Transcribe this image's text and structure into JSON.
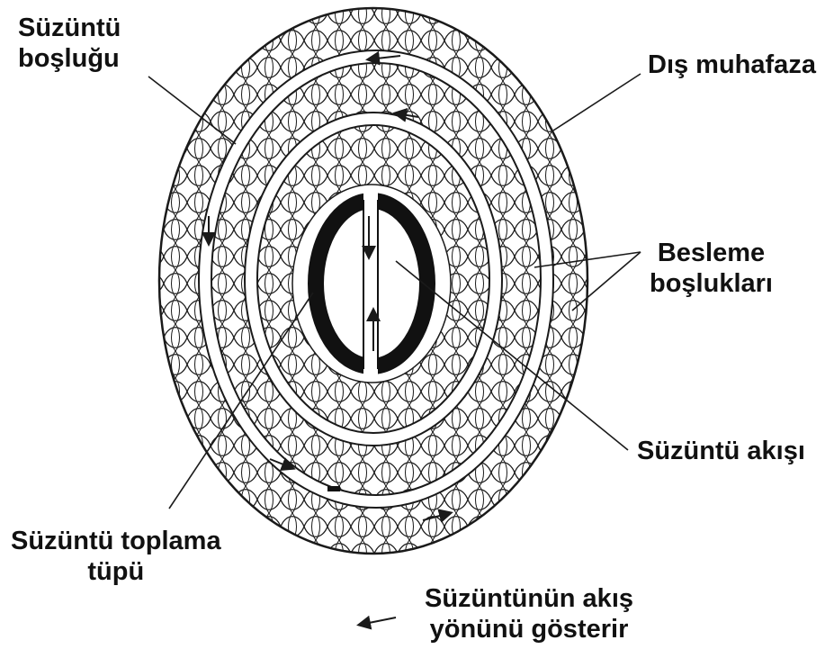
{
  "diagram": {
    "labels": {
      "filtrate_space": {
        "line1": "Süzüntü",
        "line2": "boşluğu"
      },
      "outer_casing": "Dış muhafaza",
      "feed_spaces": {
        "line1": "Besleme",
        "line2": "boşlukları"
      },
      "filtrate_flow": "Süzüntü akışı",
      "collection_tube": {
        "line1": "Süzüntü toplama",
        "line2": "tüpü"
      },
      "legend": {
        "line1": "Süzüntünün akış",
        "line2": "yönünü gösterir"
      }
    },
    "colors": {
      "stroke": "#1a1a1a",
      "background": "#ffffff",
      "tube_fill": "#111111"
    }
  }
}
